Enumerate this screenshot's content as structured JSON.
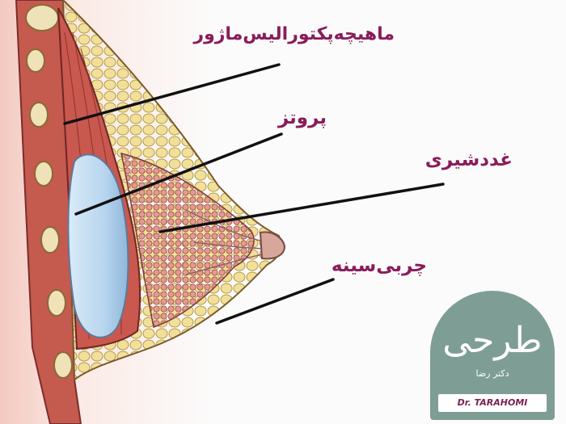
{
  "labels": {
    "muscle": "ماهیچه‌پکتورالیس‌ماژور",
    "implant": "پروتز",
    "gland": "غدد‌شیری",
    "fat": "چربی‌سینه"
  },
  "logo": {
    "script": "طرحی",
    "subtitle": "دکتر رضا",
    "name": "Dr. TARAHOMI"
  },
  "colors": {
    "label": "#8a1c5a",
    "logo_bg": "#7e9e95",
    "muscle": "#c9584f",
    "fat": "#ecd883",
    "gland": "#e0908a",
    "implant": "#bcd8ee"
  }
}
